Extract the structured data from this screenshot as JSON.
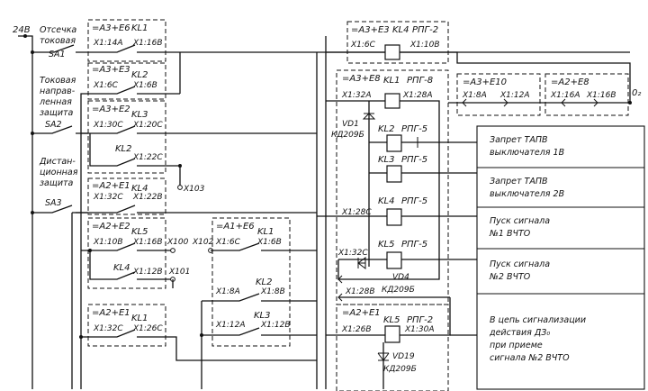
{
  "supply": {
    "voltage": "24В"
  },
  "inputs": [
    {
      "line1": "Отсечка",
      "line2": "токовая",
      "line3": "",
      "line4": "",
      "sa": "SA1"
    },
    {
      "line1": "Токовая",
      "line2": "направ-",
      "line3": "ленная",
      "line4": "защита",
      "sa": "SA2"
    },
    {
      "line1": "Дистан-",
      "line2": "ционная",
      "line3": "защита",
      "line4": "",
      "sa": "SA3"
    }
  ],
  "blocks": {
    "b1": {
      "id": "=А3+Е6",
      "relay": "KL1",
      "t1": "X1:14А",
      "t2": "X1:16В"
    },
    "b2": {
      "id": "=А3+Е3",
      "relay": "KL2",
      "t1": "X1:6С",
      "t2": "X1:6В"
    },
    "b3": {
      "id": "=А3+Е2",
      "relay": "KL3",
      "t1": "X1:30С",
      "t2": "X1:20С"
    },
    "b3b": {
      "relay": "KL2",
      "t1": "X1:22С"
    },
    "b4": {
      "id": "=А2+Е1",
      "relay": "KL4",
      "t1": "X1:32С",
      "t2": "X1:22В"
    },
    "b5": {
      "id": "=А2+Е2",
      "relay": "KL5",
      "t1": "X1:10В",
      "t2": "X1:16В"
    },
    "b5b": {
      "relay": "KL4",
      "t1": "X1:12В"
    },
    "b6": {
      "id": "=А2+Е1",
      "relay": "KL1",
      "t1": "X1:32С",
      "t2": "X1:26С"
    },
    "b7": {
      "id": "=А1+Е6",
      "relay": "KL1",
      "t1": "X1:6С",
      "t2": "X1:6В"
    },
    "b7b": {
      "relay": "KL2",
      "t1": "X1:8А",
      "t2": "X1:8В"
    },
    "b7c": {
      "relay": "KL3",
      "t1": "X1:12А",
      "t2": "X1:12В"
    },
    "x103": "X103",
    "x100": "X100",
    "x102": "X102",
    "x101": "X101"
  },
  "center": {
    "top": {
      "id": "=А3+Е3",
      "relay": "KL4",
      "type": "РПГ-2",
      "t1": "X1:6С",
      "t2": "X1:10В"
    },
    "mid": {
      "id": "=А3+Е8",
      "relay": "KL1",
      "type": "РПГ-8",
      "t1": "X1:32А",
      "t2": "X1:28А"
    },
    "vd1": "VD1",
    "vd1type": "КД209Б",
    "coils": [
      {
        "relay": "KL2",
        "type": "РПГ-5"
      },
      {
        "relay": "KL3",
        "type": "РПГ-5"
      },
      {
        "relay": "KL4",
        "type": "РПГ-5"
      },
      {
        "relay": "KL5",
        "type": "РПГ-5"
      }
    ],
    "t28c": "X1:28С",
    "t32c": "X1:32С",
    "t28b": "X1:28В",
    "vd4": "VD4",
    "vd4type": "КД209Б",
    "bot": {
      "id": "=А2+Е1",
      "relay": "KL5",
      "type": "РПГ-2",
      "t1": "X1:26В",
      "t2": "X1:30А"
    },
    "vd19": "VD19",
    "vd19type": "КД209Б"
  },
  "right": {
    "e10": {
      "id": "=А3+Е10",
      "t1": "X1:8А",
      "t2": "X1:12А"
    },
    "e8": {
      "id": "=А2+Е8",
      "t1": "X1:16А",
      "t2": "X1:16В"
    },
    "output": "0₂"
  },
  "table": [
    {
      "l1": "Запрет ТАПВ",
      "l2": "выключателя 1В",
      "l3": "",
      "l4": ""
    },
    {
      "l1": "Запрет ТАПВ",
      "l2": "выключателя 2В",
      "l3": "",
      "l4": ""
    },
    {
      "l1": "Пуск сигнала",
      "l2": "№1  ВЧТО",
      "l3": "",
      "l4": ""
    },
    {
      "l1": "Пуск сигнала",
      "l2": "№2  ВЧТО",
      "l3": "",
      "l4": ""
    },
    {
      "l1": "В цепь сигнализации",
      "l2": "действия ДЗ₀",
      "l3": "при приеме",
      "l4": "сигнала №2  ВЧТО"
    }
  ]
}
